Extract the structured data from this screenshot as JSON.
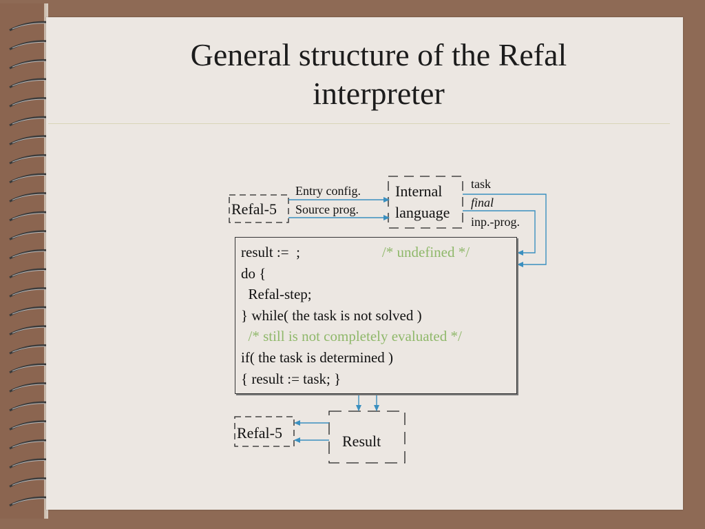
{
  "slide": {
    "title_line1": "General structure of the Refal",
    "title_line2": "interpreter"
  },
  "diagram": {
    "refal5_top": "Refal-5",
    "entry_config": "Entry config.",
    "source_prog": "Source prog.",
    "internal_line1": "Internal",
    "internal_line2": "language",
    "task": "task",
    "final": "final",
    "inp_prog": "inp.-prog.",
    "refal5_bottom": "Refal-5",
    "result": "Result",
    "code": {
      "line1": "result :=  ;",
      "line1_comment": "/* undefined */",
      "line2": "do {",
      "line3": "  Refal-step;",
      "line4": "} while( the task is not solved )",
      "line5_comment": "  /* still is not completely evaluated */",
      "line6": "if( the task is determined )",
      "line7": "{ result := task; }"
    }
  },
  "colors": {
    "arrow": "#3a8fbf",
    "comment": "#8fb86a",
    "frame": "#8e6a55",
    "paper": "#ece7e2"
  }
}
